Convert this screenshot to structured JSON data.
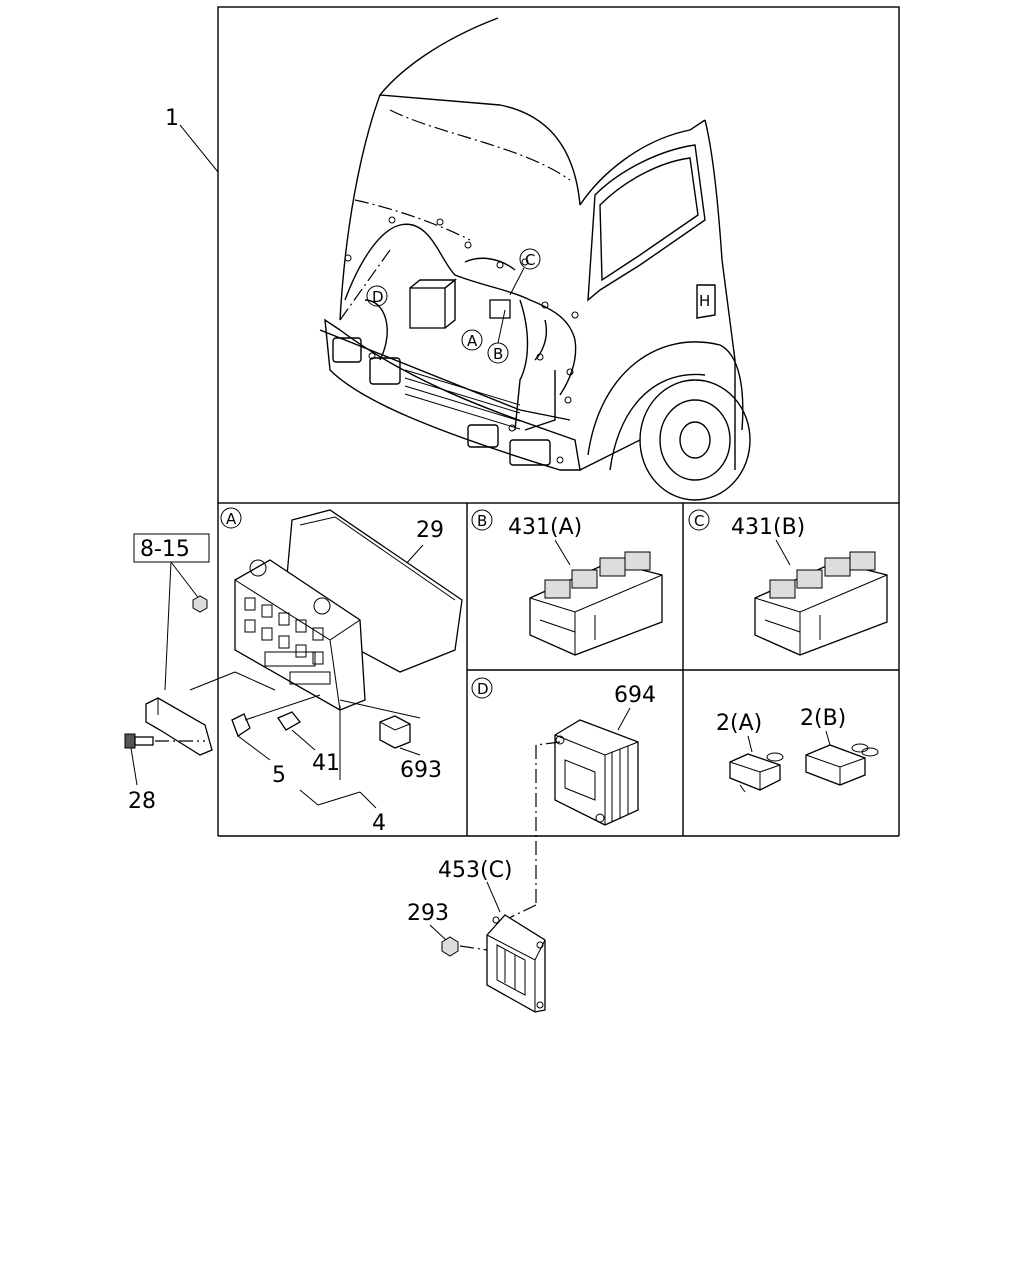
{
  "callouts": {
    "main_harness": "1",
    "group_ref": "8-15",
    "bolt": "28",
    "cover": "29",
    "fuse_block": "4",
    "fuse_a": "5",
    "fuse_b": "41",
    "relay_small": "693",
    "relay_box_b": "431(A)",
    "relay_box_c": "431(B)",
    "control_unit": "694",
    "relay_2a": "2(A)",
    "relay_2b": "2(B)",
    "module": "453(C)",
    "nut": "293"
  },
  "detail_markers": {
    "a": "A",
    "b": "B",
    "c": "C",
    "d": "D"
  },
  "icons": [
    "truck-cab",
    "fuse-box",
    "relay",
    "control-module",
    "bolt",
    "nut"
  ]
}
